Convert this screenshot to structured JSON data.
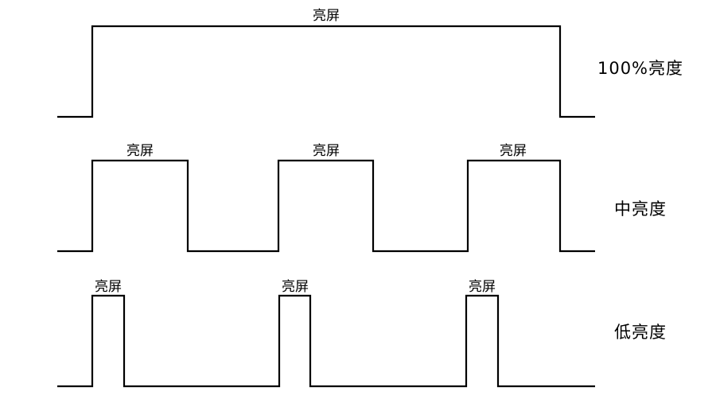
{
  "pulse_label": "亮屏",
  "rows": [
    {
      "label": "100%亮度"
    },
    {
      "label": "中亮度"
    },
    {
      "label": "低亮度"
    }
  ]
}
